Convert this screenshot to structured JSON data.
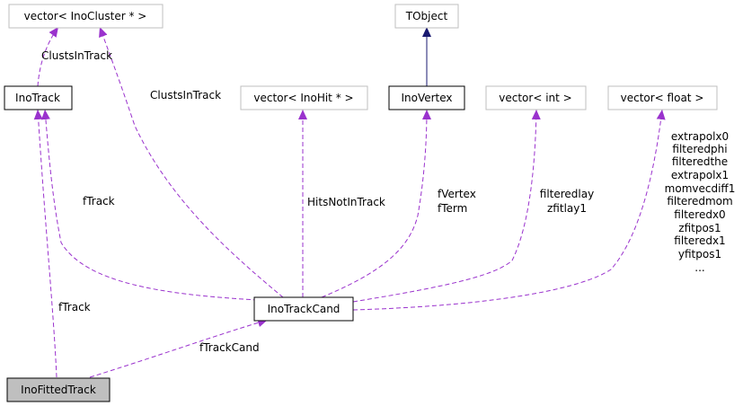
{
  "nodes": {
    "vector_cluster": "vector< InoCluster * >",
    "tobject": "TObject",
    "ino_track": "InoTrack",
    "vector_hit": "vector< InoHit * >",
    "ino_vertex": "InoVertex",
    "vector_int": "vector< int >",
    "vector_float": "vector< float >",
    "ino_track_cand": "InoTrackCand",
    "ino_fitted_track": "InoFittedTrack"
  },
  "edge_labels": {
    "clusts_in_track_left": "ClustsInTrack",
    "clusts_in_track_mid": "ClustsInTrack",
    "hits_not_in_track": "HitsNotInTrack",
    "ftrack_upper": "fTrack",
    "ftrack_lower": "fTrack",
    "fvertex": "fVertex",
    "fterm": "fTerm",
    "filteredlay": "filteredlay",
    "zfitlay1": "zfitlay1",
    "ftrackcand": "fTrackCand",
    "float_members": [
      "extrapolx0",
      "filteredphi",
      "filteredthe",
      "extrapolx1",
      "momvecdiff1",
      "filteredmom",
      "filteredx0",
      "zfitpos1",
      "filteredx1",
      "yfitpos1",
      "..."
    ]
  },
  "colors": {
    "usage_edge": "#9a32cd",
    "inherit_edge": "#191970",
    "highlight_fill": "#bfbfbf",
    "external_border": "#bfbfbf",
    "class_border": "#000000"
  }
}
